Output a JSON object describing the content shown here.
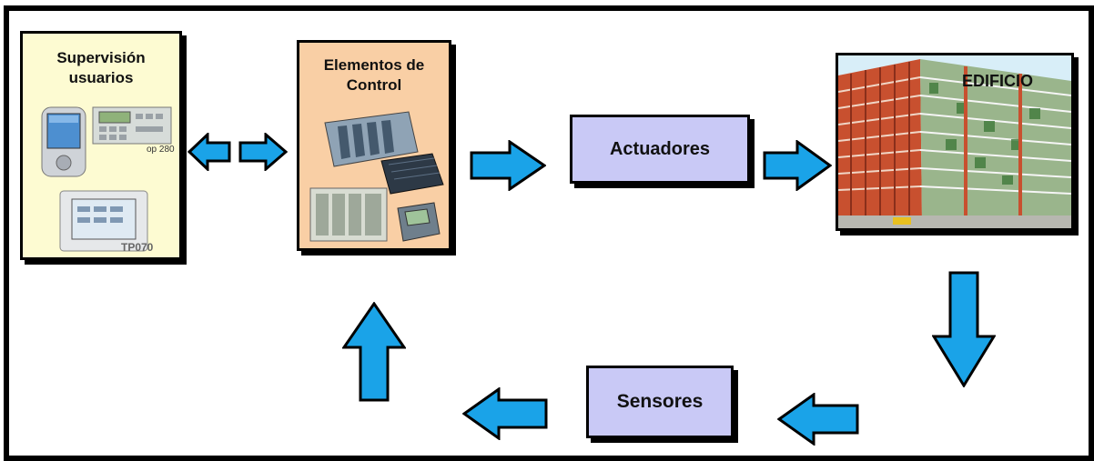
{
  "diagram": {
    "supervision": {
      "title_line1": "Supervisión",
      "title_line2": "usuarios",
      "device_label_op": "op 280",
      "device_label_tp": "TP070",
      "bg_color": "#fdfbd2"
    },
    "control": {
      "title_line1": "Elementos de",
      "title_line2": "Control",
      "bg_color": "#f9cfa5"
    },
    "actuadores": {
      "label": "Actuadores",
      "bg_color": "#c9c9f6"
    },
    "edificio": {
      "label": "EDIFICIO"
    },
    "sensores": {
      "label": "Sensores",
      "bg_color": "#c9c9f6"
    },
    "arrow_color": "#1aa3e8"
  }
}
